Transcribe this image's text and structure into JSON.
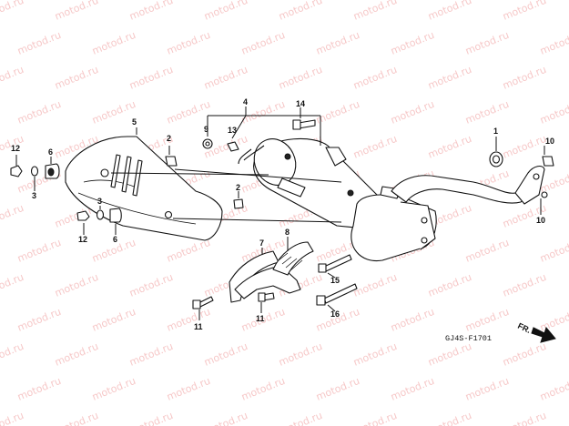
{
  "watermark": {
    "text": "motod.ru"
  },
  "diagram": {
    "code": "GJ4S-F1701",
    "direction_label": "FR."
  },
  "callouts": {
    "c1": "1",
    "c2a": "2",
    "c2b": "2",
    "c3a": "3",
    "c3b": "3",
    "c4": "4",
    "c5": "5",
    "c6a": "6",
    "c6b": "6",
    "c7": "7",
    "c8": "8",
    "c9": "9",
    "c10a": "10",
    "c10b": "10",
    "c11a": "11",
    "c11b": "11",
    "c12a": "12",
    "c12b": "12",
    "c13": "13",
    "c14": "14",
    "c15": "15",
    "c16": "16"
  },
  "colors": {
    "line": "#111111",
    "watermark": "#ef9a9a",
    "background": "#ffffff"
  }
}
